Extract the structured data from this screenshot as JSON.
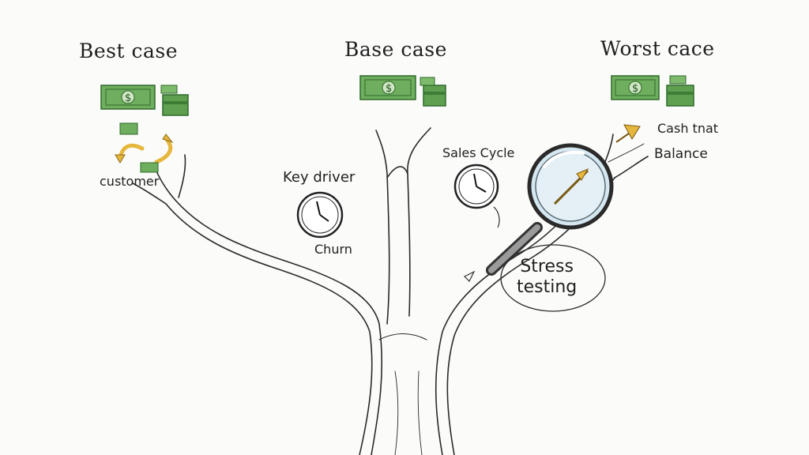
{
  "scenarios": {
    "best": "Best case",
    "base": "Base case",
    "worst": "Worst cace"
  },
  "labels": {
    "customer": "customer",
    "key_driver": "Key driver",
    "churn": "Churn",
    "sales_cycle": "Sales Cycle",
    "cash_that": "Cash tnat",
    "balance": "Balance",
    "stress_line1": "Stress",
    "stress_line2": "testing"
  },
  "colors": {
    "ink": "#2a2a2a",
    "money_green": "#5fa050",
    "money_dark": "#2f6b2a",
    "arrow_yellow": "#e6b73c",
    "lens_blue": "#cfe3ee",
    "paper": "#fbfbfa"
  },
  "icons": [
    "money-stack-icon",
    "clock-icon",
    "magnifier-icon",
    "arrow-icon"
  ]
}
